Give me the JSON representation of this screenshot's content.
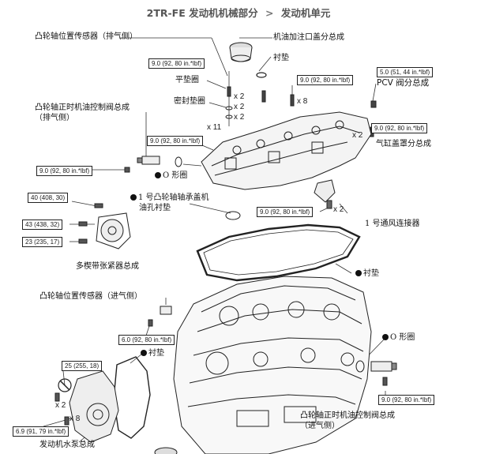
{
  "header": {
    "engine": "2TR-FE",
    "section": "发动机机械部分",
    "separator": ">",
    "subsection": "发动机单元"
  },
  "labels": {
    "cam_sensor_exhaust": "凸轮轴位置传感器（排气侧）",
    "oil_filler_cap": "机油加注口盖分总成",
    "gasket_top": "衬垫",
    "flat_washer": "平垫圈",
    "seal_washer": "密封垫圈",
    "ocv_exhaust_l1": "凸轮轴正时机油控制阀总成",
    "ocv_exhaust_l2": "（排气侧）",
    "pcv_valve": "PCV 阀分总成",
    "head_cover": "气缸盖罩分总成",
    "oring_1": "O 形圈",
    "bearing_cap_gasket_l1": "1 号凸轮轴轴承盖机",
    "bearing_cap_gasket_l2": "油孔衬垫",
    "vent_connector": "1 号通风连接器",
    "tensioner": "多楔带张紧器总成",
    "gasket_cover": "衬垫",
    "cam_sensor_intake": "凸轮轴位置传感器（进气侧）",
    "oring_2": "O 形圈",
    "gasket_pump": "衬垫",
    "ocv_intake_l1": "凸轮轴正时机油控制阀总成",
    "ocv_intake_l2": "（进气侧）",
    "water_pump": "发动机水泵总成"
  },
  "torques": {
    "t_filler_left": "9.0 (92, 80 in.*lbf)",
    "t_cover_mid": "9.0 (92, 80 in.*lbf)",
    "t_pcv": "5.0 (51, 44 in.*lbf)",
    "t_cover_right": "9.0 (92, 80 in.*lbf)",
    "t_ocv_bolt": "9.0 (92, 80 in.*lbf)",
    "t_ocv_left": "9.0 (92, 80 in.*lbf)",
    "t_tensioner_40": "40 (408, 30)",
    "t_tensioner_43": "43 (438, 32)",
    "t_tensioner_23": "23 (235, 17)",
    "t_vent": "9.0 (92, 80 in.*lbf)",
    "t_sensor_intake": "6.0 (92, 80 in.*lbf)",
    "t_pump_25": "25 (255, 18)",
    "t_pump_69": "6.9 (91, 79 in.*lbf)",
    "t_ocv_intake": "9.0 (92, 80 in.*lbf)"
  },
  "quantities": {
    "q_washer": "x 2",
    "q_seal_a": "x 2",
    "q_seal_b": "x 2",
    "q_bolts_8": "x 8",
    "q_bolts_11": "x 11",
    "q_pcv": "x 2",
    "q_vent": "x 2",
    "q_pump_2": "x 2",
    "q_pump_8": "x 8"
  }
}
